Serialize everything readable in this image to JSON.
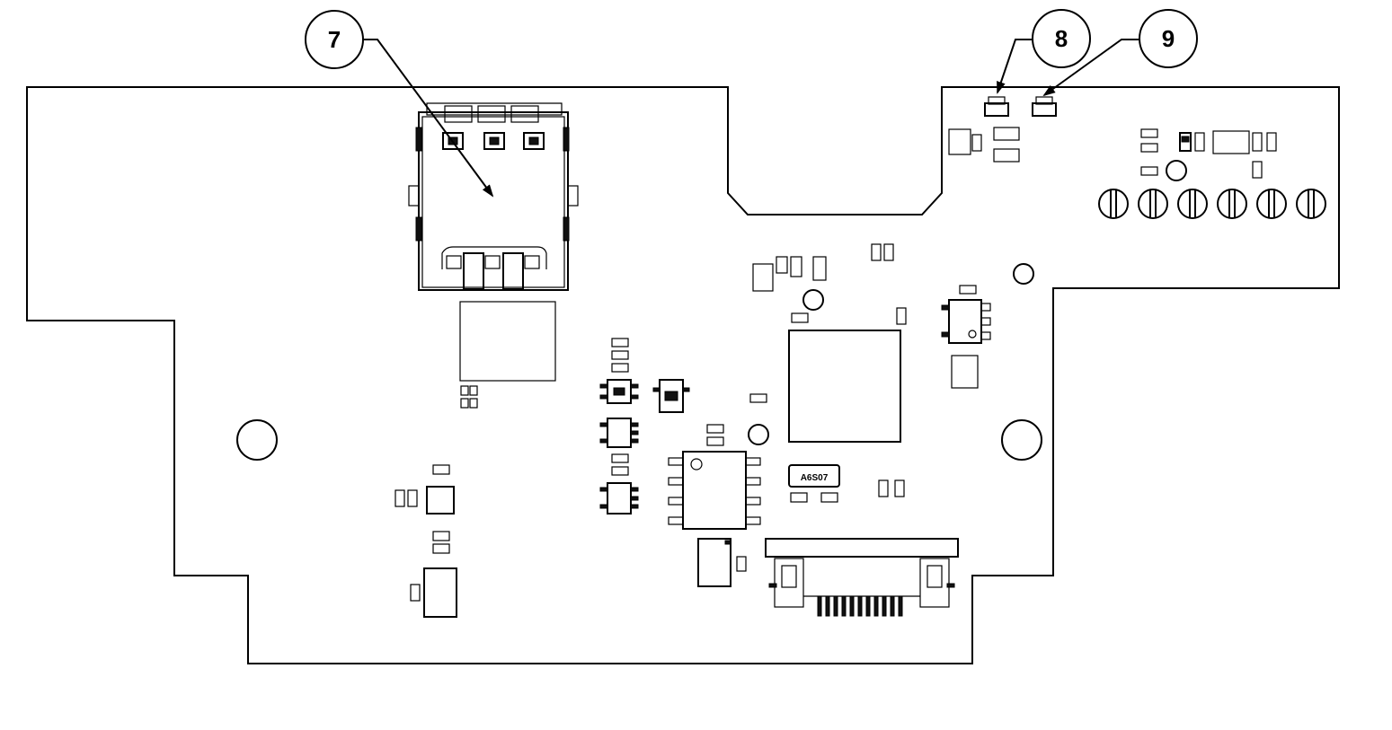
{
  "diagram": {
    "callouts": [
      {
        "id": "callout-7",
        "label": "7"
      },
      {
        "id": "callout-8",
        "label": "8"
      },
      {
        "id": "callout-9",
        "label": "9"
      }
    ],
    "chip_marking": "A6S07",
    "colors": {
      "line": "#000000",
      "background": "#ffffff"
    }
  }
}
